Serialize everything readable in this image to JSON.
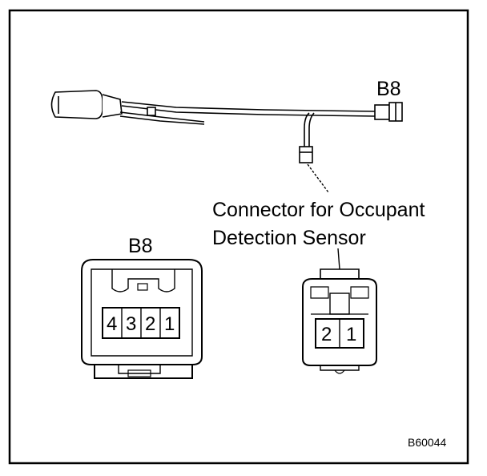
{
  "labels": {
    "harness_connector_top": "B8",
    "harness_connector_front": "B8",
    "occupant_connector_line1": "Connector for Occupant",
    "occupant_connector_line2": "Detection Sensor",
    "figure_code": "B60044"
  },
  "b8_pins": [
    "4",
    "3",
    "2",
    "1"
  ],
  "occupant_pins": [
    "2",
    "1"
  ]
}
